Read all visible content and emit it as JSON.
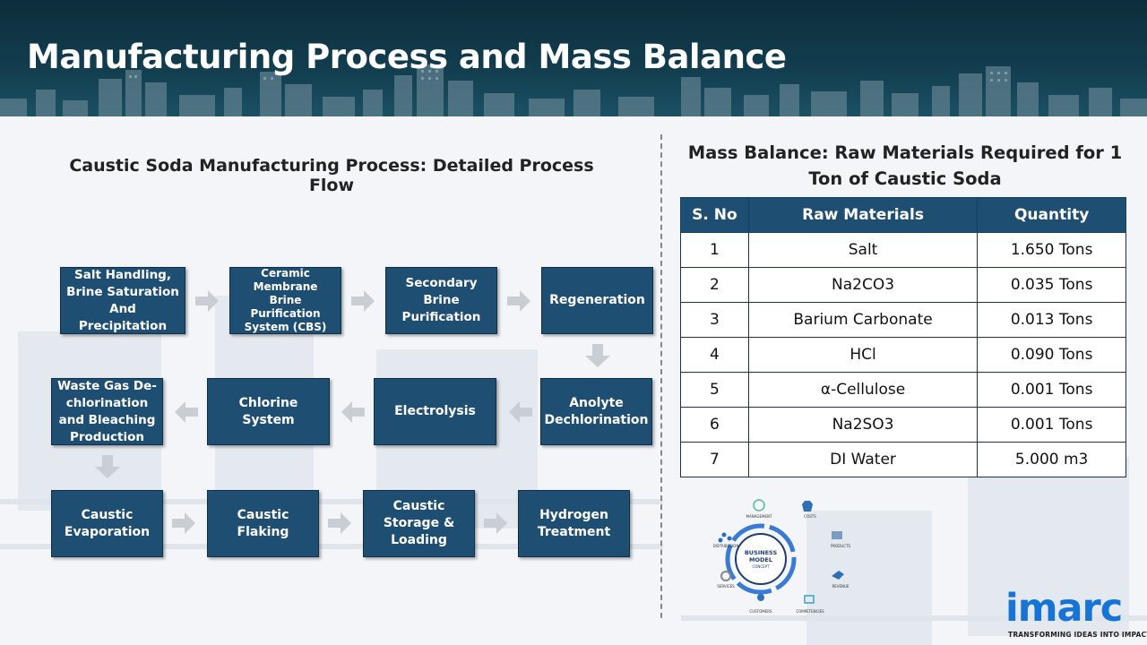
{
  "title": "Manufacturing Process and Mass Balance",
  "flow": {
    "heading": "Caustic Soda Manufacturing Process: Detailed Process Flow",
    "steps": [
      "Salt Handling, Brine Saturation And Precipitation",
      "Ceramic Membrane Brine Purification System (CBS)",
      "Secondary Brine Purification",
      "Regeneration",
      "Anolyte Dechlorination",
      "Electrolysis",
      "Chlorine System",
      "Waste Gas De-chlorination and Bleaching Production",
      "Caustic Evaporation",
      "Caustic Flaking",
      "Caustic Storage & Loading",
      "Hydrogen Treatment"
    ]
  },
  "mass_balance": {
    "heading": "Mass Balance: Raw Materials Required for 1 Ton of Caustic Soda",
    "columns": [
      "S. No",
      "Raw Materials",
      "Quantity"
    ],
    "rows": [
      [
        "1",
        "Salt",
        "1.650 Tons"
      ],
      [
        "2",
        "Na2CO3",
        "0.035 Tons"
      ],
      [
        "3",
        "Barium Carbonate",
        "0.013 Tons"
      ],
      [
        "4",
        "HCl",
        "0.090 Tons"
      ],
      [
        "5",
        "α-Cellulose",
        "0.001 Tons"
      ],
      [
        "6",
        "Na2SO3",
        "0.001 Tons"
      ],
      [
        "7",
        "DI Water",
        "5.000 m3"
      ]
    ]
  },
  "business_model": {
    "center": [
      "BUSINESS",
      "MODEL",
      "CONCEPT"
    ],
    "labels": [
      "MANAGEMENT",
      "COSTS",
      "PRODUCTS",
      "REVENUE",
      "COMPETENCIES",
      "CUSTOMERS",
      "SERVICES",
      "DISTRIBUTION"
    ],
    "icons": [
      "management-icon",
      "costs-icon",
      "products-icon",
      "revenue-icon",
      "competencies-icon",
      "customers-icon",
      "services-icon",
      "distribution-icon"
    ]
  },
  "logo": {
    "word": "imarc",
    "tagline": "TRANSFORMING IDEAS INTO IMPACT"
  },
  "colors": {
    "box": "#1f4e73",
    "header": "#123e4f",
    "logo": "#1574d6",
    "arrow": "#c9ced4"
  }
}
